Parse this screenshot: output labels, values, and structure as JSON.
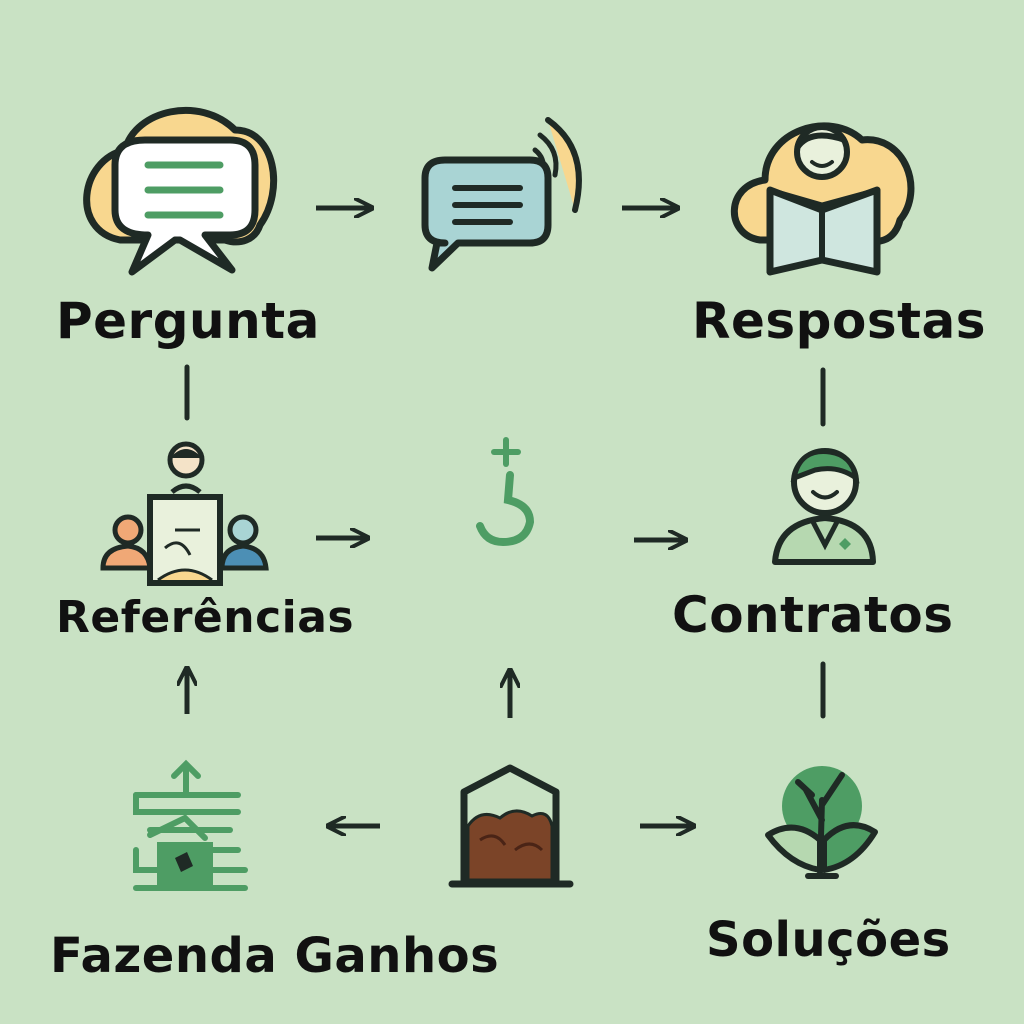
{
  "labels": {
    "pergunta": "Pergunta",
    "respostas": "Respostas",
    "referencias": "Referências",
    "contratos": "Contratos",
    "fazenda_ganhos": "Fazenda Ganhos",
    "solucoes": "Soluções"
  },
  "icons": {
    "pergunta": "speech-bubble-icon",
    "message": "chat-message-icon",
    "respostas": "reading-person-icon",
    "referencias": "presentation-people-icon",
    "center": "plus-hook-icon",
    "contratos": "person-icon",
    "fazenda": "farm-structure-icon",
    "barn": "barn-soil-icon",
    "solucoes": "plant-leaves-icon"
  },
  "colors": {
    "background": "#c9e2c4",
    "stroke": "#1f2a25",
    "green": "#4e9d64",
    "yellow": "#f8d78f",
    "light_blue": "#cfe6df",
    "brown": "#7b4428"
  }
}
